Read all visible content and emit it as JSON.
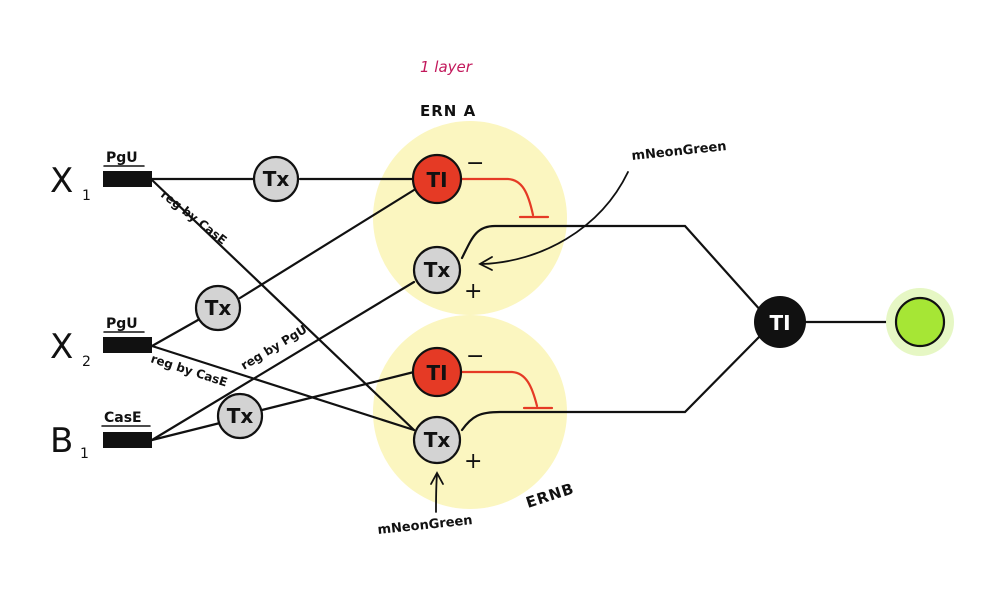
{
  "title": "1 layer",
  "colors": {
    "layer_title": "#c2185b",
    "ern_halo": "#fbf6c0",
    "repressor_node": "#e53a25",
    "transactivator_node": "#d3d3d3",
    "output_node": "#111111",
    "reporter": "#a6e635",
    "reporter_halo": "#e6f7c4",
    "repression_arrow": "#e53a25"
  },
  "inputs": [
    {
      "id": "x1",
      "name": "X",
      "subscript": "1",
      "promoter": "PgU"
    },
    {
      "id": "x2",
      "name": "X",
      "subscript": "2",
      "promoter": "PgU"
    },
    {
      "id": "b1",
      "name": "B",
      "subscript": "1",
      "promoter": "CasE"
    }
  ],
  "node_labels": {
    "tx": "Tx",
    "ti": "TI"
  },
  "modules": {
    "ern_a": "ERN A",
    "ern_b": "ERNB"
  },
  "edge_labels": {
    "x1_reg": "reg by CasE",
    "x2_reg": "reg by CasE",
    "b1_reg": "reg by PgU"
  },
  "signs": {
    "minus": "−",
    "plus": "+"
  },
  "annotations": {
    "reporter_a": "mNeonGreen",
    "reporter_b": "mNeonGreen"
  },
  "icons": {
    "promoter": "promoter-bar",
    "repression": "t-bar-repression",
    "output": "green-reporter-circle"
  }
}
